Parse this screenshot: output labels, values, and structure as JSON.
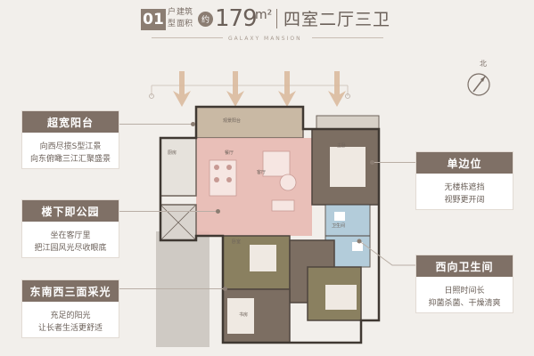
{
  "header": {
    "unit_number": "01",
    "unit_suffix_1": "户",
    "unit_suffix_2": "型",
    "area_label_1": "建筑",
    "area_label_2": "面积",
    "approx": "约",
    "area_value": "179",
    "area_unit": "m²",
    "layout_name": "四室二厅三卫",
    "subtitle": "GALAXY MANSION"
  },
  "compass_mark": "北",
  "callouts": [
    {
      "title": "超宽阳台",
      "lines": [
        "向西尽揽S型江景",
        "向东俯瞰三江汇聚盛景"
      ]
    },
    {
      "title": "楼下即公园",
      "lines": [
        "坐在客厅里",
        "把江园风光尽收眼底"
      ]
    },
    {
      "title": "东南西三面采光",
      "lines": [
        "充足的阳光",
        "让长者生活更舒适"
      ]
    },
    {
      "title": "单边位",
      "lines": [
        "无楼栋遮挡",
        "视野更开阔"
      ]
    },
    {
      "title": "西向卫生间",
      "lines": [
        "日照时间长",
        "抑菌杀菌、干燥清爽"
      ]
    }
  ],
  "rooms": {
    "balcony": "观景阳台",
    "living": "客厅",
    "dining": "餐厅",
    "kitchen": "厨房",
    "master": "主卧",
    "bedroom": "卧室",
    "study": "书房",
    "bath": "卫生间"
  },
  "colors": {
    "accent": "#7f7066",
    "living_zone": "#e8b9b3",
    "bath_zone": "#a9c6d8",
    "arrow": "#d9b79a"
  }
}
